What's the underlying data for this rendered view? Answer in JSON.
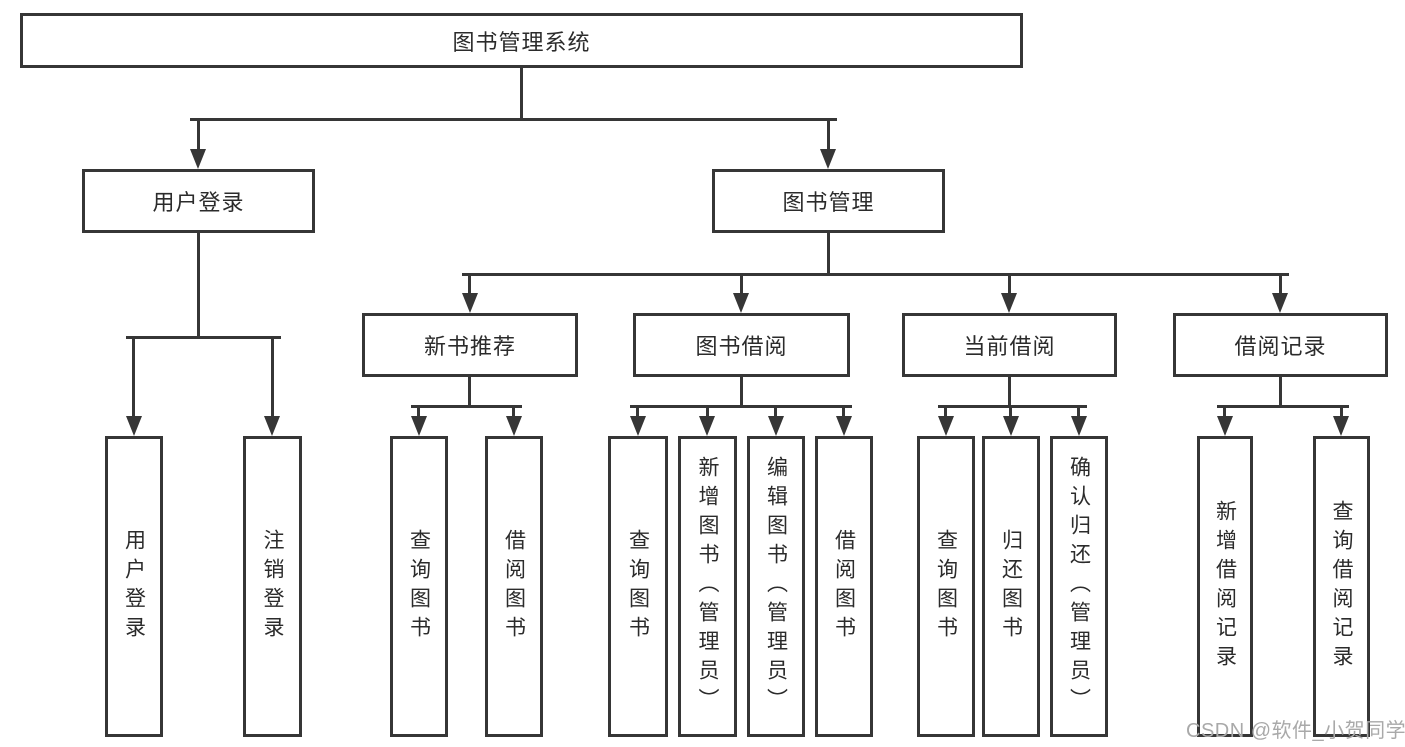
{
  "colors": {
    "line": "#363636",
    "text": "#2b2b2b",
    "watermark": "#a9a9a9",
    "background": "#ffffff"
  },
  "tree": {
    "label": "图书管理系统",
    "children": [
      {
        "label": "用户登录",
        "children": [
          {
            "label": "用户登录"
          },
          {
            "label": "注销登录"
          }
        ]
      },
      {
        "label": "图书管理",
        "children": [
          {
            "label": "新书推荐",
            "children": [
              {
                "label": "查询图书"
              },
              {
                "label": "借阅图书"
              }
            ]
          },
          {
            "label": "图书借阅",
            "children": [
              {
                "label": "查询图书"
              },
              {
                "label": "新增图书（管理员）"
              },
              {
                "label": "编辑图书（管理员）"
              },
              {
                "label": "借阅图书"
              }
            ]
          },
          {
            "label": "当前借阅",
            "children": [
              {
                "label": "查询图书"
              },
              {
                "label": "归还图书"
              },
              {
                "label": "确认归还（管理员）"
              }
            ]
          },
          {
            "label": "借阅记录",
            "children": [
              {
                "label": "新增借阅记录"
              },
              {
                "label": "查询借阅记录"
              }
            ]
          }
        ]
      }
    ]
  },
  "watermark": "CSDN @软件_小贺同学"
}
